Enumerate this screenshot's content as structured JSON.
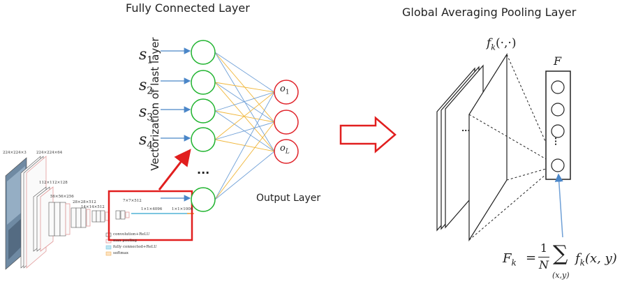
{
  "titles": {
    "fc": "Fully Connected Layer",
    "gap": "Global Averaging Pooling Layer"
  },
  "fc": {
    "vertical_label": "Vectorization of last layer",
    "inputs": [
      "s1",
      "s2",
      "s3",
      "s4"
    ],
    "input_text": {
      "s1": "s",
      "s2": "s",
      "s3": "s",
      "s4": "s"
    },
    "input_subs": [
      "1",
      "2",
      "3",
      "4"
    ],
    "ellipsis": "...",
    "outputs_main": [
      "o",
      "o"
    ],
    "outputs_subs": [
      "1",
      "L"
    ],
    "output_label": "Output Layer"
  },
  "vgg": {
    "dims": [
      "224×224×3",
      "224×224×64",
      "112×112×128",
      "56×56×256",
      "28×28×512",
      "14×14×512",
      "7×7×512",
      "1×1×4096",
      "1×1×1000"
    ],
    "legend": [
      "convolution+ReLU",
      "max pooling",
      "fully connected+ReLU",
      "softmax"
    ]
  },
  "gap": {
    "feature_label": "f",
    "feature_sub": "k",
    "feature_args": "(·,·)",
    "vector_label": "F",
    "dots": "...",
    "formula": {
      "lhs": "F",
      "lhs_sub": "k",
      "eq": "=",
      "num": "1",
      "den": "N",
      "sum": "∑",
      "sum_sub": "(x,y)",
      "rhs": "f",
      "rhs_sub": "k",
      "rhs_args": "(x, y)"
    }
  },
  "colors": {
    "node_green": "#1fb32e",
    "node_red": "#e0232a",
    "arrow_blue": "#4a86c8",
    "edge_blue": "#6e9fd6",
    "edge_yellow": "#f0b63a",
    "highlight_red": "#e11e1e"
  }
}
